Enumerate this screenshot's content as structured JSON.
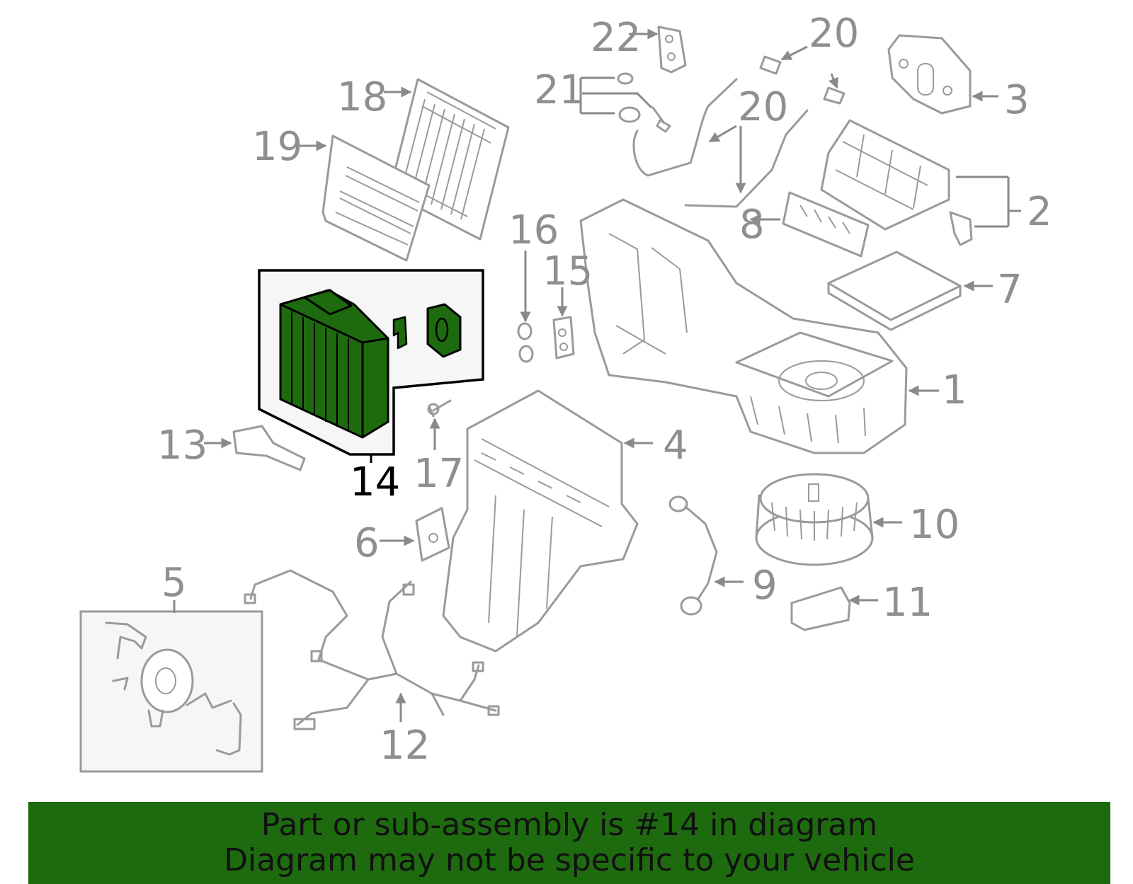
{
  "colors": {
    "highlight": "#1e6b0f",
    "banner": "#1e6b0f",
    "part_stroke": "#9a9a9a",
    "callout_text": "#8f8f8f"
  },
  "callouts": {
    "c1": "1",
    "c2": "2",
    "c3": "3",
    "c4": "4",
    "c5": "5",
    "c6": "6",
    "c7": "7",
    "c8": "8",
    "c9": "9",
    "c10": "10",
    "c11": "11",
    "c12": "12",
    "c13": "13",
    "c14": "14",
    "c15": "15",
    "c16": "16",
    "c17": "17",
    "c18": "18",
    "c19": "19",
    "c20a": "20",
    "c20b": "20",
    "c21": "21",
    "c22": "22"
  },
  "highlighted_part": "14",
  "banner": {
    "line1": "Part or sub-assembly is #14 in diagram",
    "line2": "Diagram may not be specific to your vehicle"
  }
}
